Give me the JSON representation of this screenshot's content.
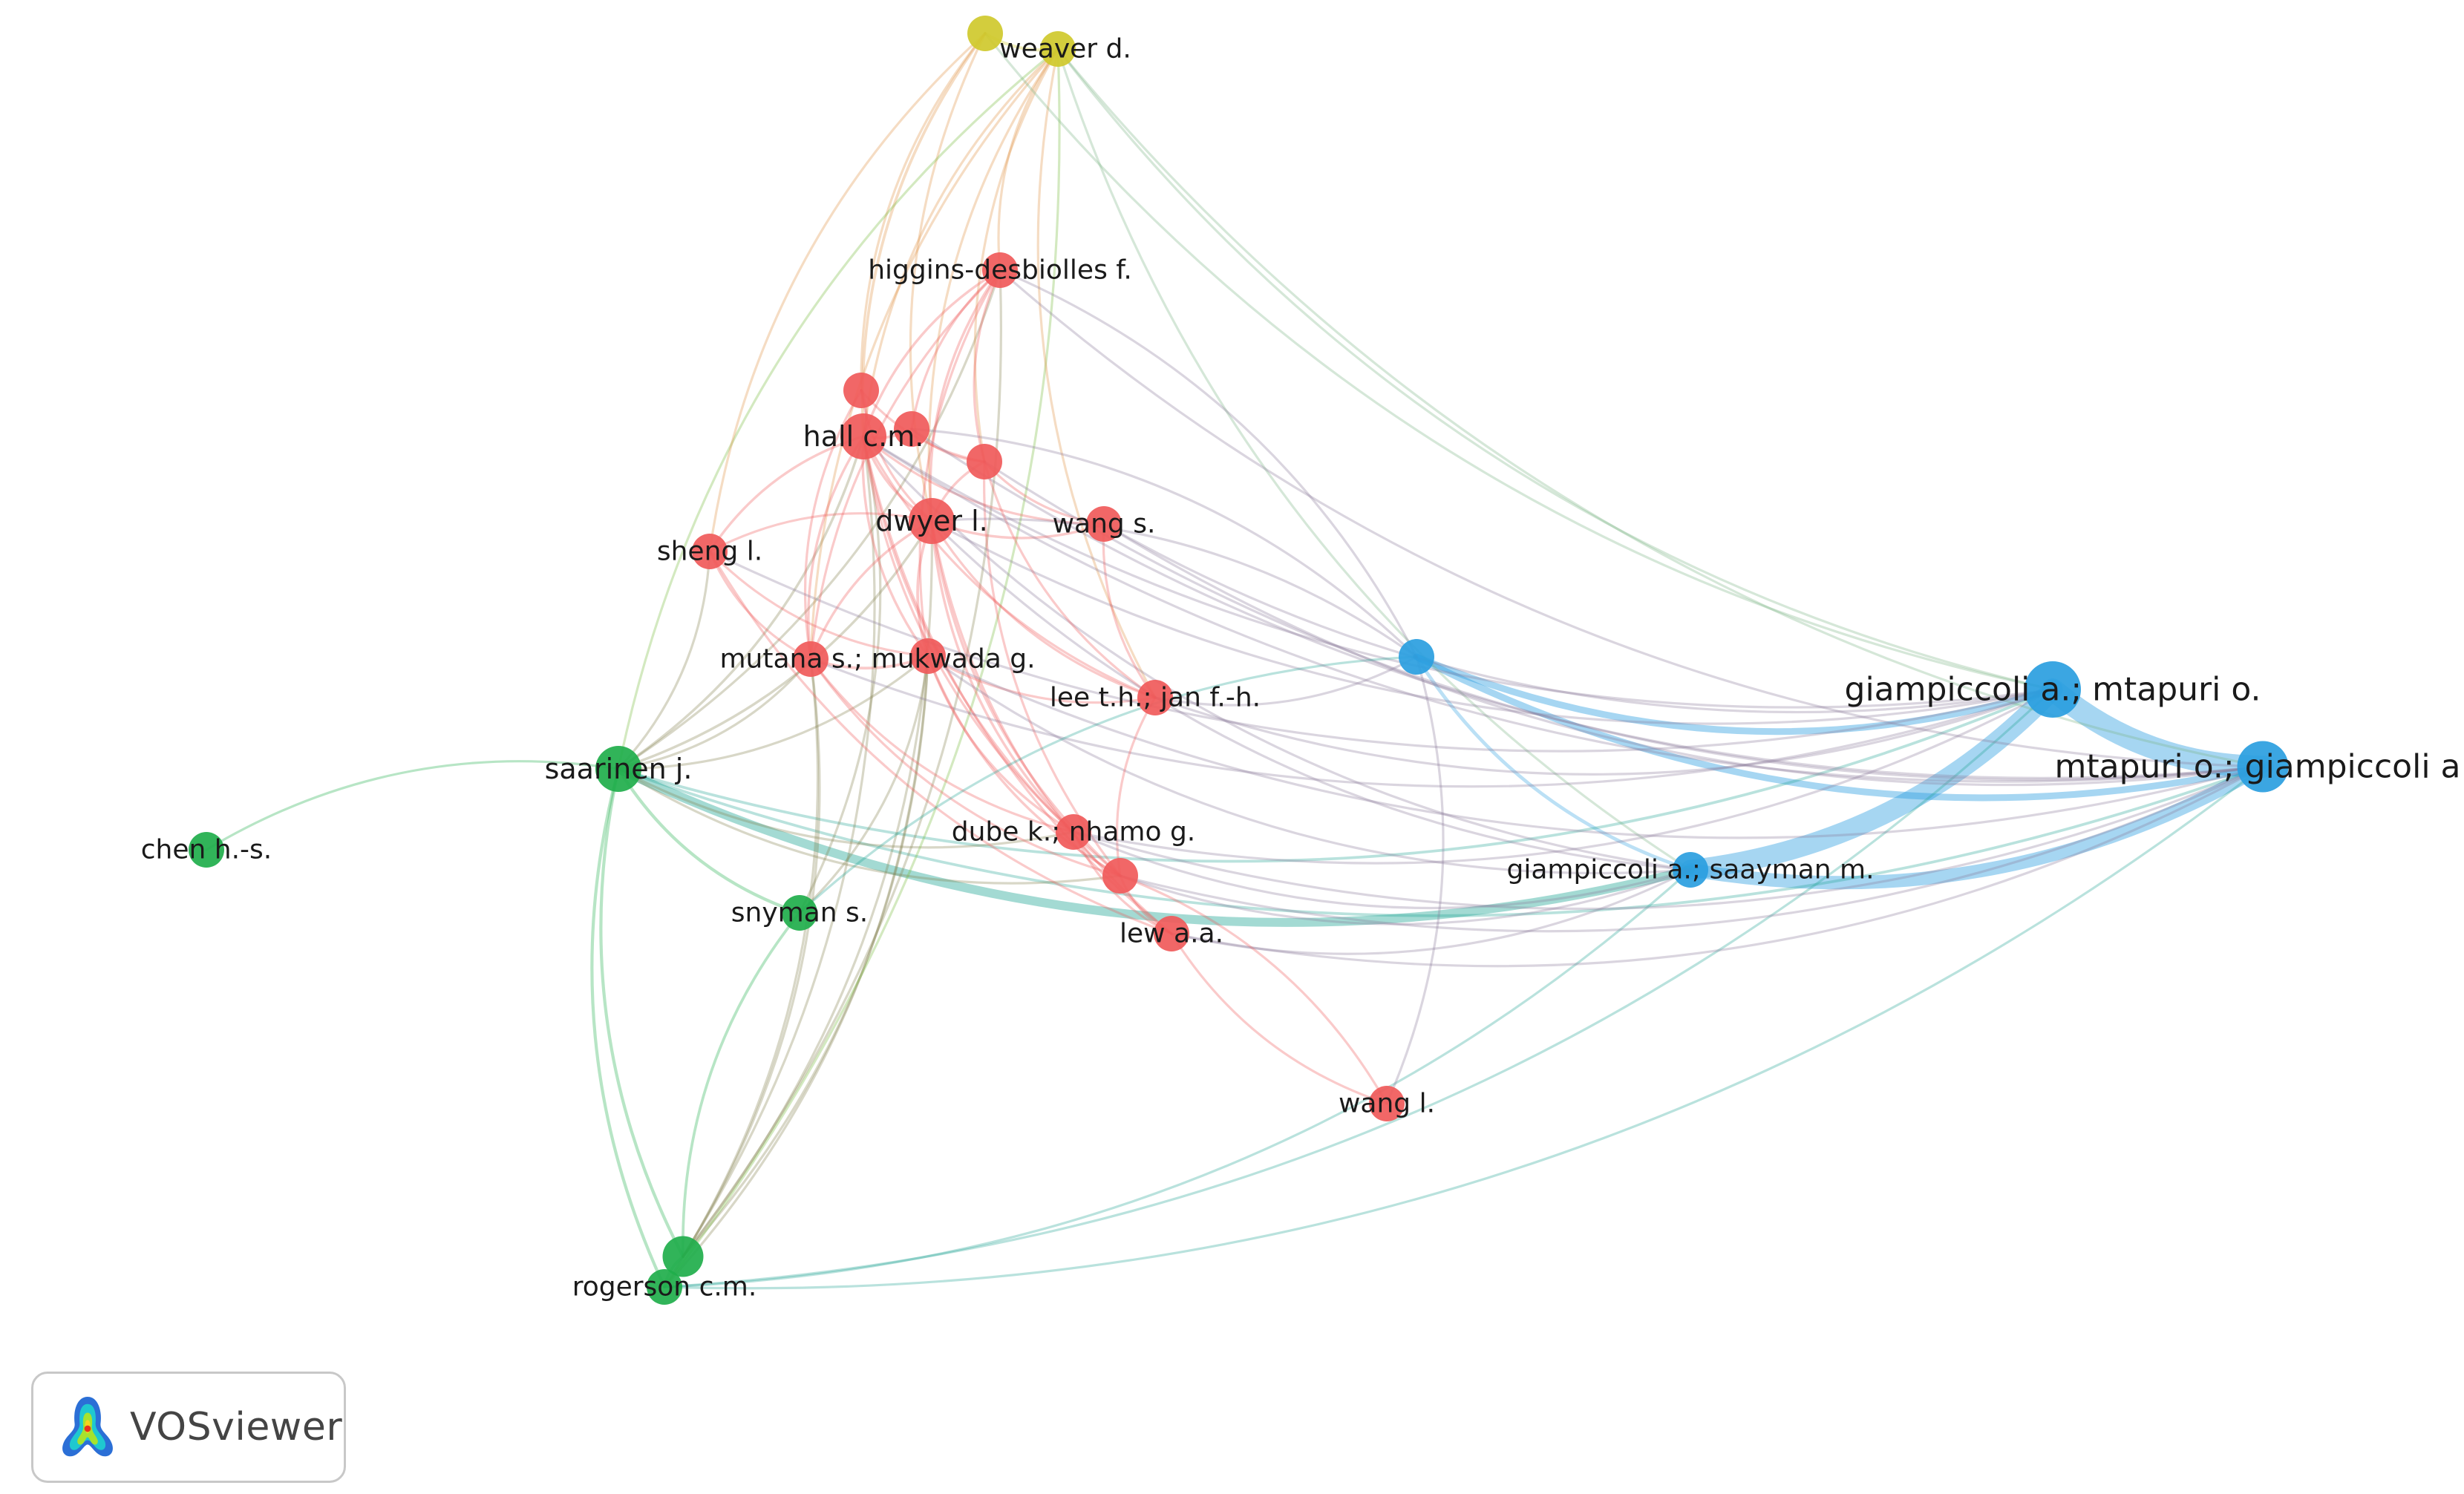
{
  "colors": {
    "red": "#f05a5a",
    "green": "#1fae4b",
    "blue": "#2a9ee0",
    "yellow": "#cfc92c"
  },
  "nodes": [
    {
      "id": "weaver_a",
      "label": "",
      "cluster": "yellow",
      "weight": 2
    },
    {
      "id": "weaver_d",
      "label": "weaver d.",
      "cluster": "yellow",
      "weight": 2
    },
    {
      "id": "higgins",
      "label": "higgins-desbiolles f.",
      "cluster": "red",
      "weight": 2
    },
    {
      "id": "red_a",
      "label": "",
      "cluster": "red",
      "weight": 2
    },
    {
      "id": "hall",
      "label": "hall c.m.",
      "cluster": "red",
      "weight": 3
    },
    {
      "id": "red_b",
      "label": "",
      "cluster": "red",
      "weight": 2
    },
    {
      "id": "red_c",
      "label": "",
      "cluster": "red",
      "weight": 2
    },
    {
      "id": "dwyer",
      "label": "dwyer l.",
      "cluster": "red",
      "weight": 3
    },
    {
      "id": "wang_s",
      "label": "wang s.",
      "cluster": "red",
      "weight": 2
    },
    {
      "id": "sheng",
      "label": "sheng l.",
      "cluster": "red",
      "weight": 2
    },
    {
      "id": "mutana",
      "label": "mutana s.; mukwada g.",
      "cluster": "red",
      "weight": 2
    },
    {
      "id": "red_d",
      "label": "",
      "cluster": "red",
      "weight": 2
    },
    {
      "id": "lee",
      "label": "lee t.h.; jan f.-h.",
      "cluster": "red",
      "weight": 2
    },
    {
      "id": "dube",
      "label": "dube k.; nhamo g.",
      "cluster": "red",
      "weight": 2
    },
    {
      "id": "red_e",
      "label": "",
      "cluster": "red",
      "weight": 2
    },
    {
      "id": "lew",
      "label": "lew a.a.",
      "cluster": "red",
      "weight": 2
    },
    {
      "id": "wang_l",
      "label": "wang l.",
      "cluster": "red",
      "weight": 2
    },
    {
      "id": "saarinen",
      "label": "saarinen j.",
      "cluster": "green",
      "weight": 3
    },
    {
      "id": "chen",
      "label": "chen h.-s.",
      "cluster": "green",
      "weight": 2
    },
    {
      "id": "snyman",
      "label": "snyman s.",
      "cluster": "green",
      "weight": 2
    },
    {
      "id": "green_a",
      "label": "",
      "cluster": "green",
      "weight": 2.5
    },
    {
      "id": "rogerson",
      "label": "rogerson c.m.",
      "cluster": "green",
      "weight": 2
    },
    {
      "id": "blue_a",
      "label": "",
      "cluster": "blue",
      "weight": 2
    },
    {
      "id": "giamp_saayman",
      "label": "giampiccoli a.; saayman m.",
      "cluster": "blue",
      "weight": 2
    },
    {
      "id": "giamp_mtapuri",
      "label": "giampiccoli a.; mtapuri o.",
      "cluster": "blue",
      "weight": 4
    },
    {
      "id": "mtapuri_giamp",
      "label": "mtapuri o.; giampiccoli a.",
      "cluster": "blue",
      "weight": 3.5
    }
  ],
  "links": [
    [
      "giamp_mtapuri",
      "mtapuri_giamp",
      10
    ],
    [
      "giamp_saayman",
      "giamp_mtapuri",
      9
    ],
    [
      "giamp_saayman",
      "mtapuri_giamp",
      6
    ],
    [
      "blue_a",
      "giamp_mtapuri",
      3
    ],
    [
      "blue_a",
      "mtapuri_giamp",
      3
    ],
    [
      "blue_a",
      "giamp_saayman",
      2.5
    ],
    [
      "saarinen",
      "giamp_saayman",
      4
    ],
    [
      "saarinen",
      "giamp_mtapuri",
      1.5
    ],
    [
      "saarinen",
      "mtapuri_giamp",
      1.5
    ],
    [
      "saarinen",
      "chen",
      1
    ],
    [
      "saarinen",
      "snyman",
      2
    ],
    [
      "saarinen",
      "green_a",
      2
    ],
    [
      "saarinen",
      "rogerson",
      2
    ],
    [
      "snyman",
      "green_a",
      1.5
    ],
    [
      "green_a",
      "rogerson",
      1.5
    ],
    [
      "saarinen",
      "hall",
      1.2
    ],
    [
      "saarinen",
      "dwyer",
      1.2
    ],
    [
      "saarinen",
      "mutana",
      1
    ],
    [
      "saarinen",
      "red_d",
      1
    ],
    [
      "saarinen",
      "sheng",
      1
    ],
    [
      "saarinen",
      "higgins",
      1
    ],
    [
      "saarinen",
      "dube",
      1
    ],
    [
      "saarinen",
      "red_e",
      1
    ],
    [
      "green_a",
      "hall",
      1
    ],
    [
      "green_a",
      "mutana",
      1
    ],
    [
      "green_a",
      "red_d",
      1
    ],
    [
      "green_a",
      "dwyer",
      1
    ],
    [
      "green_a",
      "higgins",
      1
    ],
    [
      "rogerson",
      "mutana",
      1
    ],
    [
      "rogerson",
      "red_d",
      1
    ],
    [
      "rogerson",
      "weaver_d",
      1
    ],
    [
      "rogerson",
      "giamp_mtapuri",
      1
    ],
    [
      "rogerson",
      "mtapuri_giamp",
      1
    ],
    [
      "rogerson",
      "giamp_saayman",
      1
    ],
    [
      "snyman",
      "red_d",
      1
    ],
    [
      "snyman",
      "hall",
      1
    ],
    [
      "weaver_a",
      "weaver_d",
      2
    ],
    [
      "weaver_a",
      "hall",
      1.5
    ],
    [
      "weaver_a",
      "red_a",
      1
    ],
    [
      "weaver_a",
      "dwyer",
      1
    ],
    [
      "weaver_d",
      "higgins",
      1
    ],
    [
      "weaver_d",
      "hall",
      1
    ],
    [
      "weaver_d",
      "dwyer",
      1
    ],
    [
      "weaver_d",
      "red_c",
      1
    ],
    [
      "weaver_d",
      "mutana",
      1
    ],
    [
      "weaver_d",
      "saarinen",
      1
    ],
    [
      "weaver_d",
      "giamp_mtapuri",
      1
    ],
    [
      "weaver_d",
      "mtapuri_giamp",
      1
    ],
    [
      "weaver_d",
      "giamp_saayman",
      1
    ],
    [
      "weaver_d",
      "lee",
      1
    ],
    [
      "weaver_a",
      "giamp_mtapuri",
      1
    ],
    [
      "weaver_a",
      "sheng",
      1
    ],
    [
      "higgins",
      "hall",
      1.2
    ],
    [
      "higgins",
      "dwyer",
      1.2
    ],
    [
      "higgins",
      "red_b",
      1
    ],
    [
      "higgins",
      "red_c",
      1
    ],
    [
      "higgins",
      "mutana",
      1
    ],
    [
      "higgins",
      "mtapuri_giamp",
      1
    ],
    [
      "higgins",
      "red_d",
      1
    ],
    [
      "hall",
      "red_a",
      1.5
    ],
    [
      "hall",
      "red_b",
      1.5
    ],
    [
      "hall",
      "dwyer",
      1.5
    ],
    [
      "hall",
      "sheng",
      1.2
    ],
    [
      "hall",
      "mutana",
      1.2
    ],
    [
      "hall",
      "red_d",
      1.2
    ],
    [
      "hall",
      "wang_s",
      1
    ],
    [
      "hall",
      "lee",
      1
    ],
    [
      "hall",
      "dube",
      1
    ],
    [
      "hall",
      "red_e",
      1
    ],
    [
      "hall",
      "lew",
      1
    ],
    [
      "hall",
      "giamp_mtapuri",
      1
    ],
    [
      "hall",
      "giamp_saayman",
      1
    ],
    [
      "red_a",
      "dwyer",
      1
    ],
    [
      "red_a",
      "mutana",
      1
    ],
    [
      "red_a",
      "red_c",
      1
    ],
    [
      "red_b",
      "red_c",
      1
    ],
    [
      "red_c",
      "dwyer",
      1.2
    ],
    [
      "red_c",
      "wang_s",
      1
    ],
    [
      "red_c",
      "lee",
      1
    ],
    [
      "red_c",
      "red_e",
      1
    ],
    [
      "red_c",
      "mtapuri_giamp",
      1
    ],
    [
      "dwyer",
      "wang_s",
      1.2
    ],
    [
      "dwyer",
      "sheng",
      1
    ],
    [
      "dwyer",
      "mutana",
      1.2
    ],
    [
      "dwyer",
      "red_d",
      1.5
    ],
    [
      "dwyer",
      "lee",
      1
    ],
    [
      "dwyer",
      "dube",
      1.2
    ],
    [
      "dwyer",
      "red_e",
      1.2
    ],
    [
      "dwyer",
      "lew",
      1
    ],
    [
      "dwyer",
      "giamp_saayman",
      1
    ],
    [
      "dwyer",
      "giamp_mtapuri",
      1
    ],
    [
      "wang_s",
      "lee",
      1
    ],
    [
      "wang_s",
      "giamp_mtapuri",
      1
    ],
    [
      "wang_s",
      "mtapuri_giamp",
      1
    ],
    [
      "sheng",
      "mutana",
      1
    ],
    [
      "sheng",
      "red_d",
      1
    ],
    [
      "sheng",
      "lew",
      1
    ],
    [
      "mutana",
      "red_d",
      1.5
    ],
    [
      "mutana",
      "dube",
      1
    ],
    [
      "mutana",
      "red_e",
      1
    ],
    [
      "mutana",
      "giamp_mtapuri",
      1
    ],
    [
      "red_d",
      "dube",
      1.2
    ],
    [
      "red_d",
      "red_e",
      1.2
    ],
    [
      "red_d",
      "lee",
      1
    ],
    [
      "red_d",
      "giamp_saayman",
      1
    ],
    [
      "red_d",
      "mtapuri_giamp",
      1
    ],
    [
      "lee",
      "blue_a",
      1
    ],
    [
      "lee",
      "giamp_mtapuri",
      1
    ],
    [
      "lee",
      "red_e",
      1
    ],
    [
      "dube",
      "red_e",
      1.2
    ],
    [
      "dube",
      "lew",
      1
    ],
    [
      "dube",
      "giamp_saayman",
      1
    ],
    [
      "dube",
      "giamp_mtapuri",
      1
    ],
    [
      "dube",
      "mtapuri_giamp",
      1
    ],
    [
      "red_e",
      "lew",
      1
    ],
    [
      "red_e",
      "giamp_saayman",
      1
    ],
    [
      "red_e",
      "mtapuri_giamp",
      1
    ],
    [
      "lew",
      "wang_l",
      1
    ],
    [
      "lew",
      "giamp_saayman",
      1
    ],
    [
      "lew",
      "mtapuri_giamp",
      1
    ],
    [
      "wang_l",
      "blue_a",
      1
    ],
    [
      "wang_l",
      "red_e",
      1
    ],
    [
      "blue_a",
      "snyman",
      1
    ],
    [
      "blue_a",
      "dwyer",
      1
    ],
    [
      "blue_a",
      "red_b",
      1
    ],
    [
      "blue_a",
      "higgins",
      1
    ],
    [
      "red_b",
      "mtapuri_giamp",
      1
    ],
    [
      "hall",
      "mtapuri_giamp",
      1
    ],
    [
      "sheng",
      "giamp_mtapuri",
      1
    ]
  ],
  "branding": {
    "app_name": "VOSviewer",
    "icon": "vosviewer-logo-icon"
  }
}
